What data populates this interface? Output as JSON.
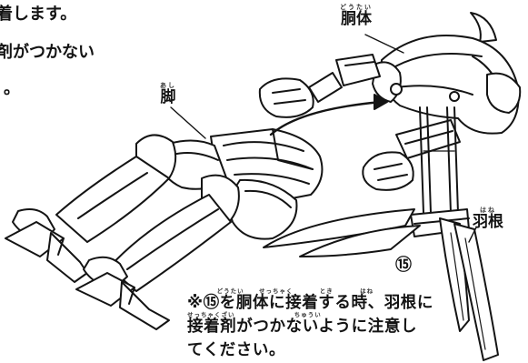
{
  "top_left_text": {
    "line1": "着します。",
    "line2": "剤がつかない",
    "line3": "。"
  },
  "labels": {
    "body": {
      "ruby": "どうたい",
      "text": "胴体"
    },
    "leg": {
      "ruby": "あし",
      "text": "脚"
    },
    "wing": {
      "ruby": "はね",
      "text": "羽根"
    }
  },
  "part_number": "⑮",
  "note": {
    "line1_ruby": "          どうたい     せっちゃく         とき         はね",
    "line1": "※⑮を胴体に接着する時、羽根に",
    "line2_ruby": "せっちゃくざい                    ちゅうい",
    "line2": "接着剤がつかないように注意し",
    "line3": "てください。"
  },
  "colors": {
    "ink": "#141414",
    "paper": "#ffffff"
  }
}
